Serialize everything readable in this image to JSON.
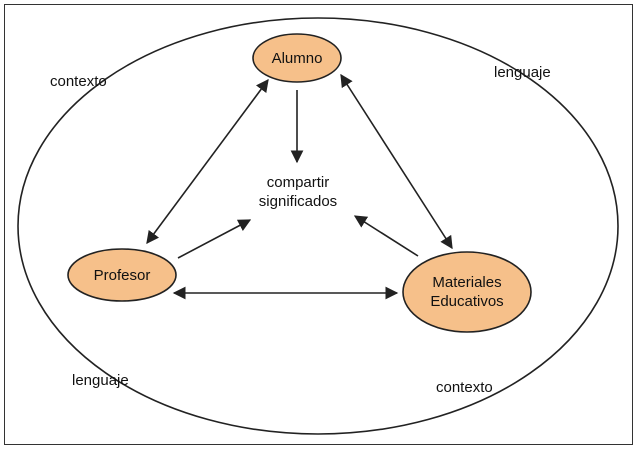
{
  "nodes": {
    "alumno": {
      "label": "Alumno"
    },
    "profesor": {
      "label": "Profesor"
    },
    "materiales": {
      "line1": "Materiales",
      "line2": "Educativos"
    }
  },
  "center": {
    "line1": "compartir",
    "line2": "significados"
  },
  "context_labels": {
    "top_left": "contexto",
    "top_right": "lenguaje",
    "bottom_left": "lenguaje",
    "bottom_right": "contexto"
  },
  "colors": {
    "node_fill": "#F6C08A",
    "node_stroke": "#222222",
    "line": "#222222"
  }
}
